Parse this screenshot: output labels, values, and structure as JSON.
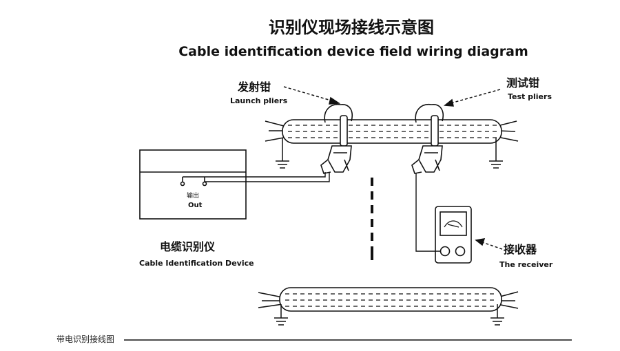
{
  "title_cn": "识别仪现场接线示意图",
  "title_en": "Cable identification device field wiring diagram",
  "launch_pliers": {
    "cn": "发射钳",
    "en": "Launch pliers"
  },
  "test_pliers": {
    "cn": "测试钳",
    "en": "Test pliers"
  },
  "device": {
    "cn": "电缆识别仪",
    "en": "Cable Identification Device",
    "port_cn": "输出",
    "port_en": "Out"
  },
  "receiver": {
    "cn": "接收器",
    "en": "The receiver"
  },
  "caption": "带电识别接线图"
}
